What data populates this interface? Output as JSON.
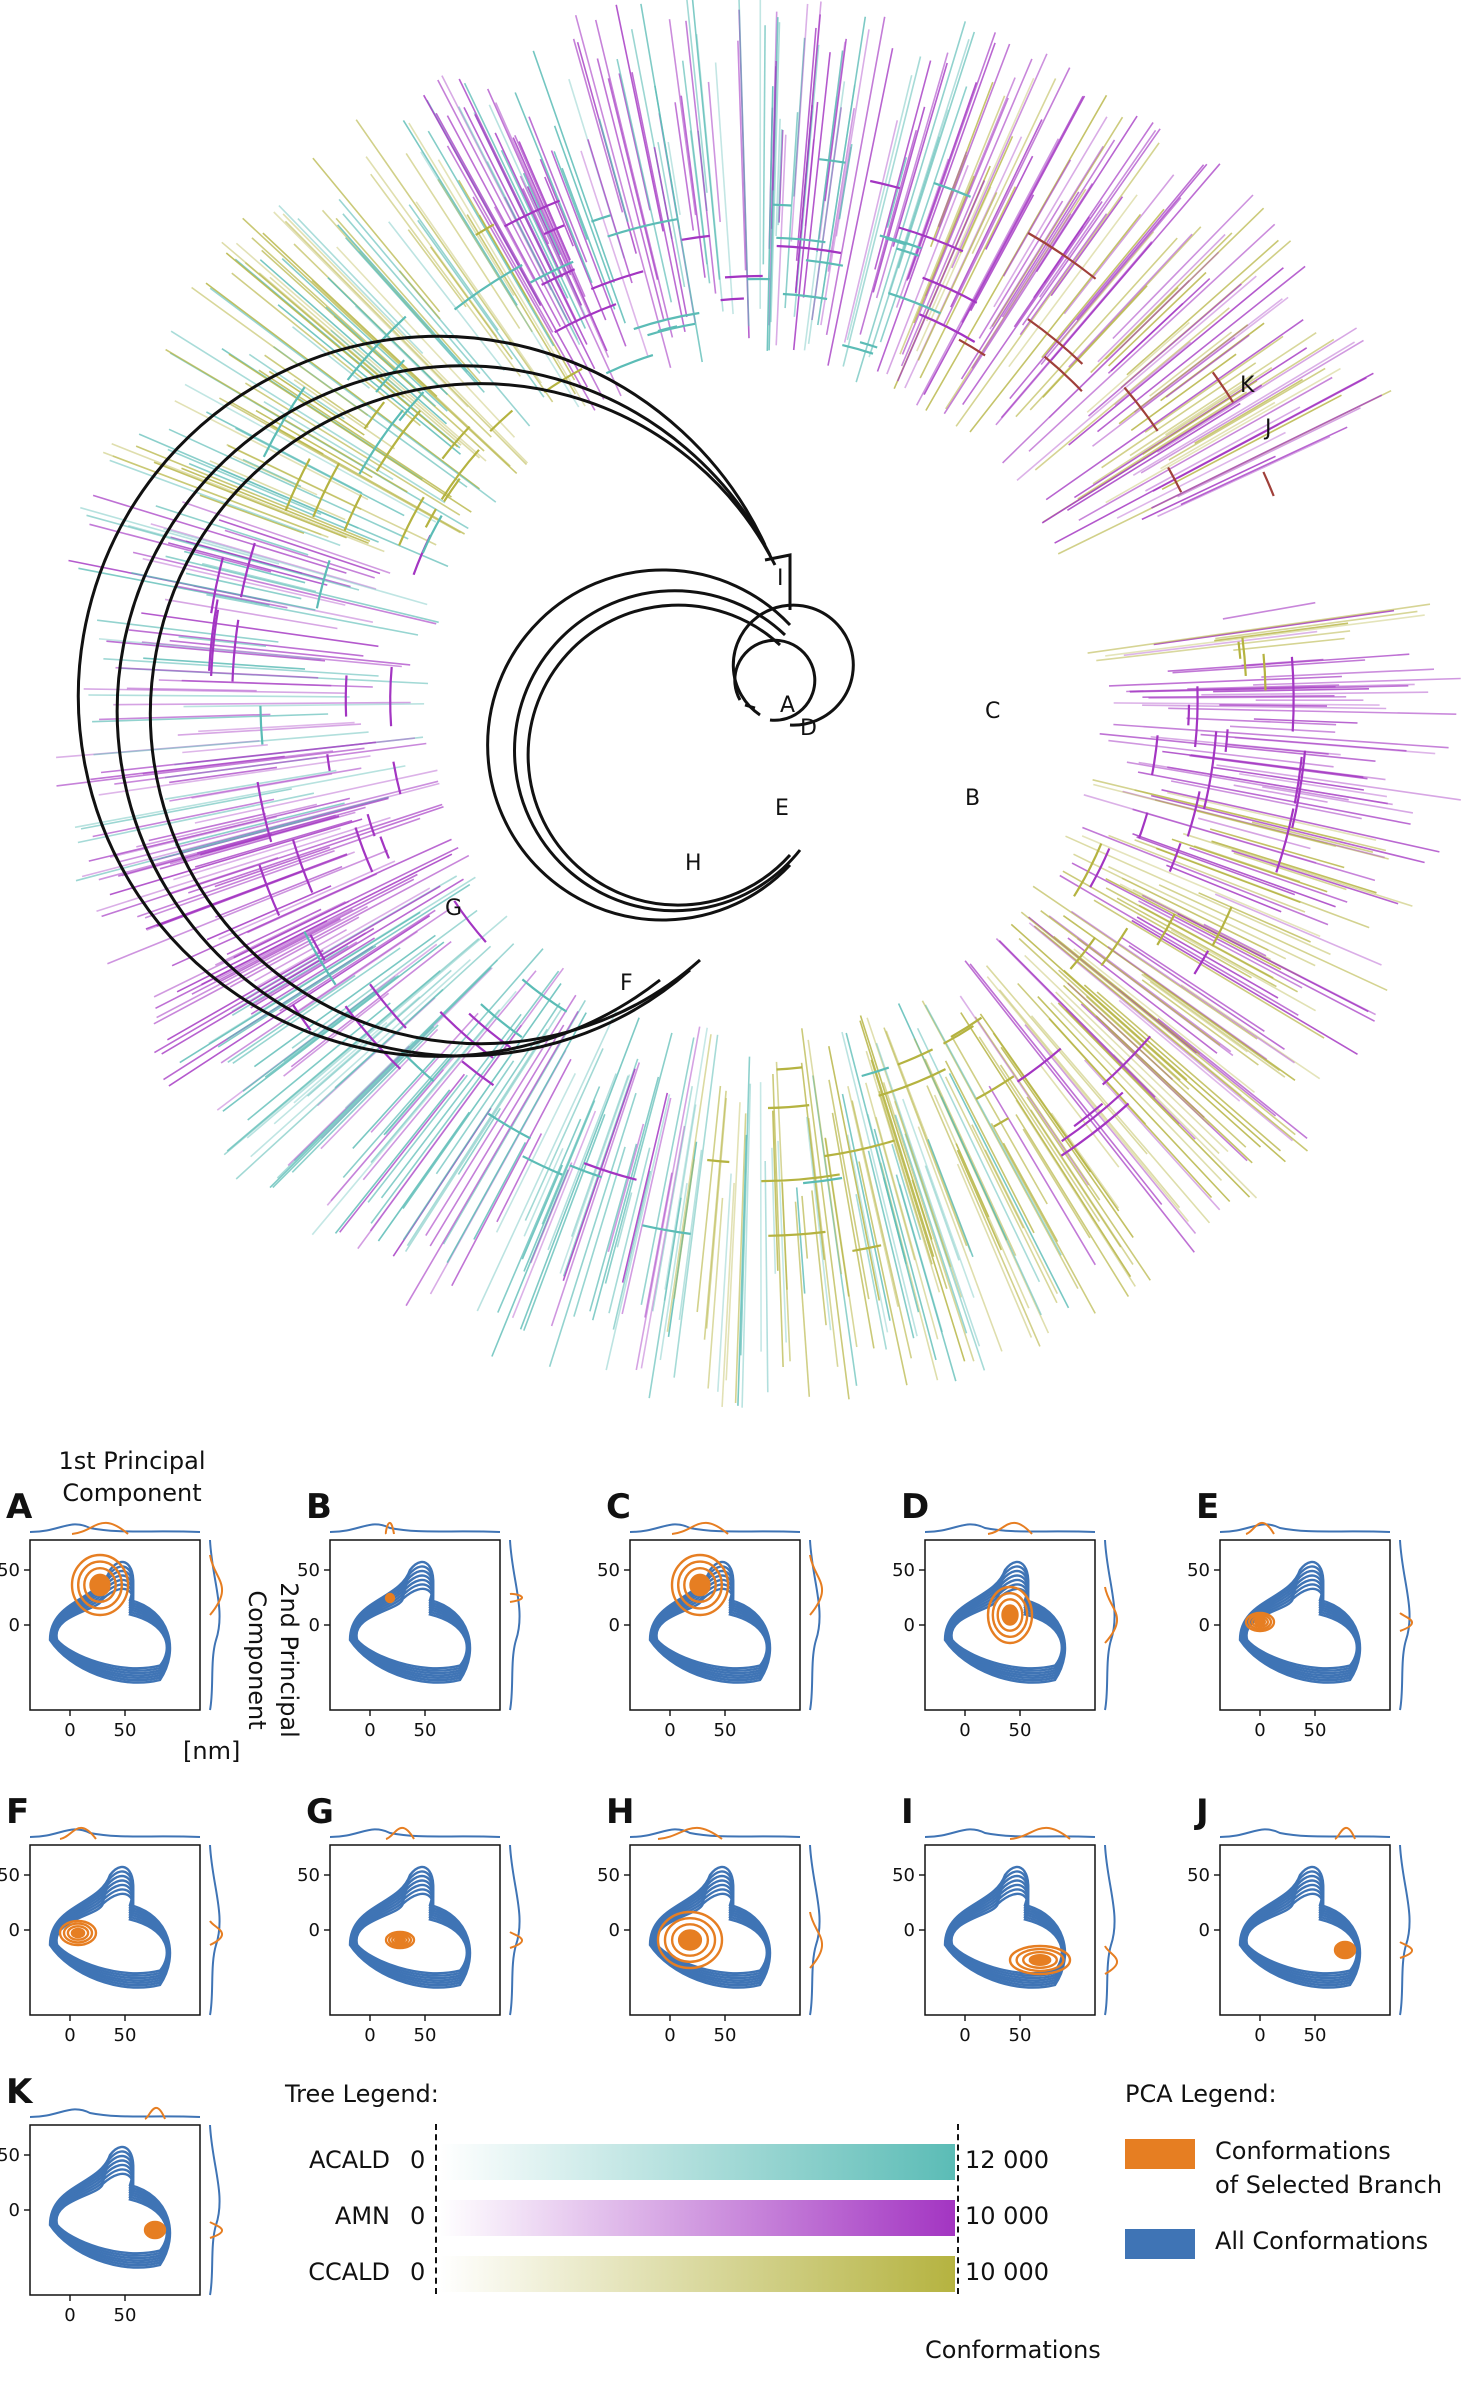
{
  "tree": {
    "node_labels": [
      "A",
      "B",
      "C",
      "D",
      "E",
      "F",
      "G",
      "H",
      "I",
      "J",
      "K"
    ]
  },
  "axis_notes": {
    "x_title_line1": "1st Principal",
    "x_title_line2": "Component",
    "y_title_line1": "2nd Principal",
    "y_title_line2": "Component",
    "unit": "[nm]"
  },
  "pca_panels": [
    {
      "letter": "A"
    },
    {
      "letter": "B"
    },
    {
      "letter": "C"
    },
    {
      "letter": "D"
    },
    {
      "letter": "E"
    },
    {
      "letter": "F"
    },
    {
      "letter": "G"
    },
    {
      "letter": "H"
    },
    {
      "letter": "I"
    },
    {
      "letter": "J"
    },
    {
      "letter": "K"
    }
  ],
  "pca_axes": {
    "x_ticks": [
      "0",
      "50"
    ],
    "y_ticks": [
      "50",
      "0"
    ]
  },
  "tree_legend": {
    "title": "Tree Legend:",
    "rows": [
      {
        "name": "ACALD",
        "min": "0",
        "max": "12 000",
        "color": "#5bbcb6"
      },
      {
        "name": "AMN",
        "min": "0",
        "max": "10 000",
        "color": "#a335c2"
      },
      {
        "name": "CCALD",
        "min": "0",
        "max": "10 000",
        "color": "#b5b340"
      }
    ],
    "footer": "Conformations"
  },
  "pca_legend": {
    "title": "PCA Legend:",
    "items": [
      {
        "line1": "Conformations",
        "line2": "of Selected Branch",
        "color": "#e67e22"
      },
      {
        "line1": "All Conformations",
        "line2": "",
        "color": "#3f74b5"
      }
    ]
  },
  "colors": {
    "acald": "#5bbcb6",
    "amn": "#a335c2",
    "ccald": "#b5b340",
    "brown": "#a0403a",
    "orange": "#e67e22",
    "blue": "#3f74b5"
  }
}
